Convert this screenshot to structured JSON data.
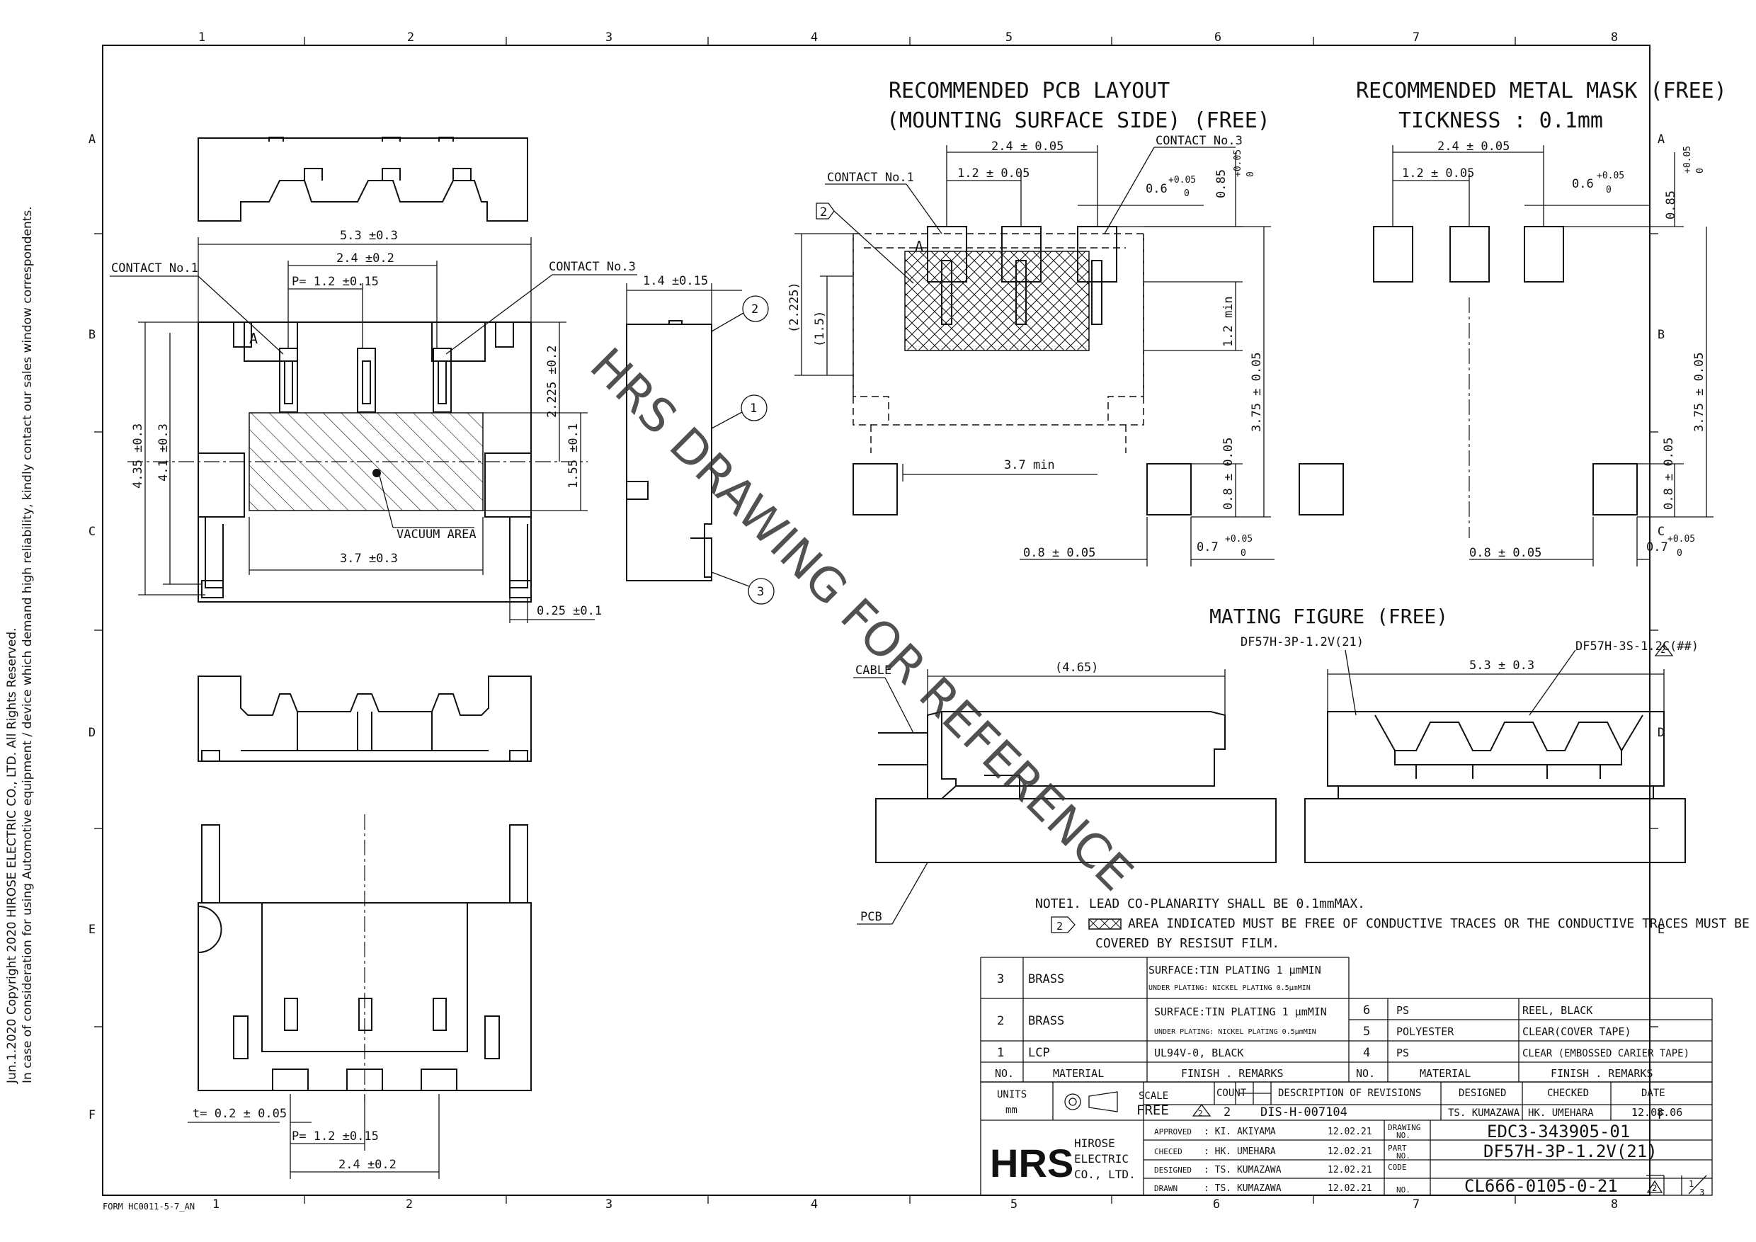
{
  "border": {
    "columns": [
      "1",
      "2",
      "3",
      "4",
      "5",
      "6",
      "7",
      "8"
    ],
    "rows": [
      "A",
      "B",
      "C",
      "D",
      "E",
      "F"
    ],
    "form_id": "FORM HC0011-5-7_AN"
  },
  "side_notice": {
    "line1": "Jun.1.2020 Copyright 2020 HIROSE ELECTRIC CO., LTD. All Rights Reserved.",
    "line2": "In case of consideration for using Automotive equipment / device which demand high reliability, kindly contact our sales window correspondents."
  },
  "watermark": "HRS DRAWING FOR REFERENCE",
  "main_view": {
    "dim_5_3": "5.3 ±0.3",
    "dim_2_4": "2.4 ±0.2",
    "dim_pitch": "P= 1.2 ±0.15",
    "contact1": "CONTACT No.1",
    "contact3": "CONTACT No.3",
    "dim_4_35": "4.35 ±0.3",
    "dim_4_1": "4.1 ±0.3",
    "dim_2_225": "2.225 ±0.2",
    "dim_1_55": "1.55 ±0.1",
    "dim_3_7": "3.7 ±0.3",
    "vacuum": "VACUUM AREA",
    "dim_0_25": "0.25 ±0.1",
    "marker_a": "A"
  },
  "side_view": {
    "dim_1_4": "1.4 ±0.15",
    "callouts": [
      "1",
      "2",
      "3"
    ]
  },
  "bottom_view": {
    "dim_t": "t= 0.2 ± 0.05",
    "dim_pitch": "P= 1.2 ±0.15",
    "dim_2_4": "2.4 ±0.2"
  },
  "pcb_layout": {
    "title1": "RECOMMENDED PCB LAYOUT",
    "title2": "(MOUNTING SURFACE SIDE) (FREE)",
    "dim_2_4": "2.4 ± 0.05",
    "dim_1_2": "1.2 ± 0.05",
    "dim_0_6": "0.6",
    "tol_0_6": "+0.05",
    "tol_0_6b": "0",
    "dim_0_85": "0.85",
    "tol_0_85": "+0.05",
    "tol_0_85b": "0",
    "contact1": "CONTACT No.1",
    "contact3": "CONTACT No.3",
    "note_marker": "2",
    "dim_2_225": "(2.225)",
    "dim_1_5": "(1.5)",
    "dim_1_2min": "1.2 min",
    "dim_3_75": "3.75 ± 0.05",
    "dim_0_8v": "0.8 ± 0.05",
    "dim_3_7min": "3.7 min",
    "dim_0_8h": "0.8 ± 0.05",
    "dim_0_7": "0.7",
    "tol_0_7": "+0.05",
    "tol_0_7b": "0",
    "marker_a": "A"
  },
  "metal_mask": {
    "title1": "RECOMMENDED METAL MASK (FREE)",
    "title2": "TICKNESS : 0.1mm",
    "dim_2_4": "2.4 ± 0.05",
    "dim_1_2": "1.2 ± 0.05",
    "dim_0_6": "0.6",
    "tol_0_6": "+0.05",
    "tol_0_6b": "0",
    "dim_0_85": "0.85",
    "tol_0_85": "+0.05",
    "tol_0_85b": "0",
    "dim_3_75": "3.75 ± 0.05",
    "dim_0_8v": "0.8 ± 0.05",
    "dim_0_8h": "0.8 ± 0.05",
    "dim_0_7": "0.7",
    "tol_0_7": "+0.05",
    "tol_0_7b": "0"
  },
  "mating": {
    "title": "MATING FIGURE (FREE)",
    "part_left": "DF57H-3P-1.2V(21)",
    "part_right": "DF57H-3S-1.2C(##)",
    "cable": "CABLE",
    "dim_4_65": "(4.65)",
    "dim_5_3": "5.3 ± 0.3",
    "pcb": "PCB",
    "rev_marker": "2"
  },
  "notes": {
    "note1": "NOTE1.  LEAD CO-PLANARITY SHALL BE 0.1mmMAX.",
    "note2_marker": "2",
    "note2a": "AREA INDICATED MUST BE FREE OF CONDUCTIVE TRACES OR THE CONDUCTIVE TRACES MUST BE",
    "note2b": "COVERED BY RESISUT FILM."
  },
  "bom": {
    "rows_left": [
      {
        "no": "3",
        "material": "BRASS",
        "finish1": "SURFACE:TIN PLATING 1 μmMIN",
        "finish2": "UNDER PLATING: NICKEL PLATING 0.5μmMIN"
      },
      {
        "no": "2",
        "material": "BRASS",
        "finish1": "SURFACE:TIN PLATING 1 μmMIN",
        "finish2": "UNDER PLATING: NICKEL PLATING 0.5μmMIN"
      },
      {
        "no": "1",
        "material": "LCP",
        "finish1": "UL94V-0, BLACK",
        "finish2": ""
      }
    ],
    "rows_right": [
      {
        "no": "6",
        "material": "PS",
        "finish": "REEL, BLACK"
      },
      {
        "no": "5",
        "material": "POLYESTER",
        "finish": "CLEAR(COVER TAPE)"
      },
      {
        "no": "4",
        "material": "PS",
        "finish": "CLEAR (EMBOSSED CARIER TAPE)"
      }
    ],
    "header": {
      "no": "NO.",
      "material": "MATERIAL",
      "finish": "FINISH . REMARKS"
    }
  },
  "title_block": {
    "units_label": "UNITS",
    "units_value": "mm",
    "scale_label": "SCALE",
    "scale_value": "FREE",
    "count_label": "COUNT",
    "desc_label": "DESCRIPTION OF REVISIONS",
    "designed_label": "DESIGNED",
    "checked_label": "CHECKED",
    "date_label": "DATE",
    "rev_marker": "2",
    "count_value": "2",
    "desc_value": "DIS-H-007104",
    "designed_value": "TS. KUMAZAWA",
    "checked_value": "HK. UMEHARA",
    "date_value": "12.08.06",
    "logo": "HRS",
    "company1": "HIROSE",
    "company2": "ELECTRIC",
    "company3": "CO., LTD.",
    "approvals": [
      {
        "role": "APPROVED",
        "name": ": KI. AKIYAMA",
        "date": "12.02.21"
      },
      {
        "role": "CHECED",
        "name": ": HK. UMEHARA",
        "date": "12.02.21"
      },
      {
        "role": "DESIGNED",
        "name": ": TS. KUMAZAWA",
        "date": "12.02.21"
      },
      {
        "role": "DRAWN",
        "name": ": TS. KUMAZAWA",
        "date": "12.02.21"
      }
    ],
    "drawing_no_label1": "DRAWING",
    "drawing_no_label2": "NO.",
    "drawing_no": "EDC3-343905-01",
    "part_no_label1": "PART",
    "part_no_label2": "NO.",
    "part_no": "DF57H-3P-1.2V(21)",
    "code_no_label1": "CODE",
    "code_no_label2": "NO.",
    "code_no": "CL666-0105-0-21",
    "sheet_rev": "2",
    "sheet_num": "1",
    "sheet_den": "3"
  }
}
